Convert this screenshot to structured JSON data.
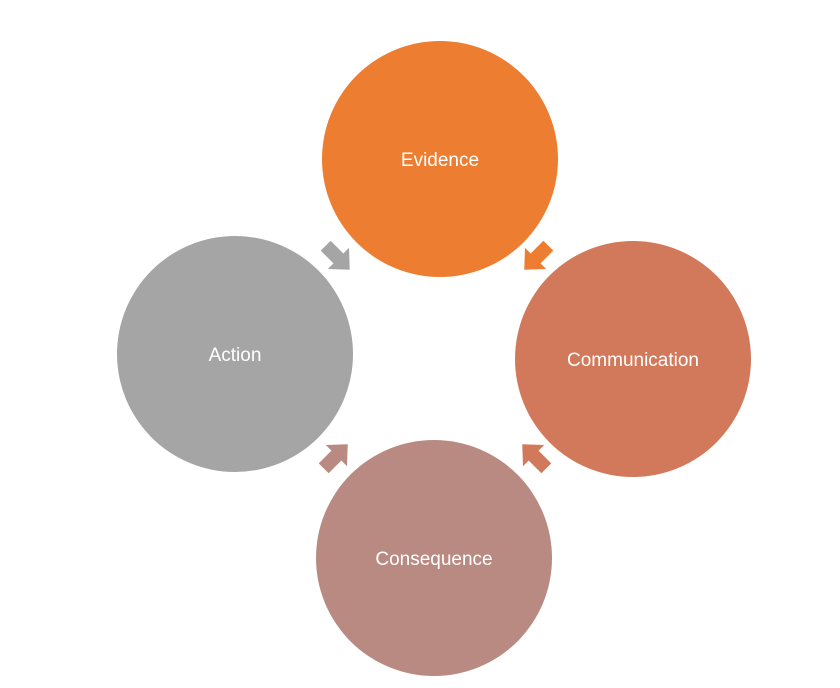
{
  "cycle": {
    "nodes": [
      {
        "id": "evidence",
        "label": "Evidence",
        "color": "#ED7D31"
      },
      {
        "id": "communication",
        "label": "Communication",
        "color": "#D1795A"
      },
      {
        "id": "consequence",
        "label": "Consequence",
        "color": "#B98A82"
      },
      {
        "id": "action",
        "label": "Action",
        "color": "#A5A5A5"
      }
    ],
    "arrows": [
      {
        "from": "evidence",
        "to": "communication",
        "color": "#ED7D31"
      },
      {
        "from": "communication",
        "to": "consequence",
        "color": "#D1795A"
      },
      {
        "from": "consequence",
        "to": "action",
        "color": "#B98A82"
      },
      {
        "from": "action",
        "to": "evidence",
        "color": "#A5A5A5"
      }
    ]
  }
}
